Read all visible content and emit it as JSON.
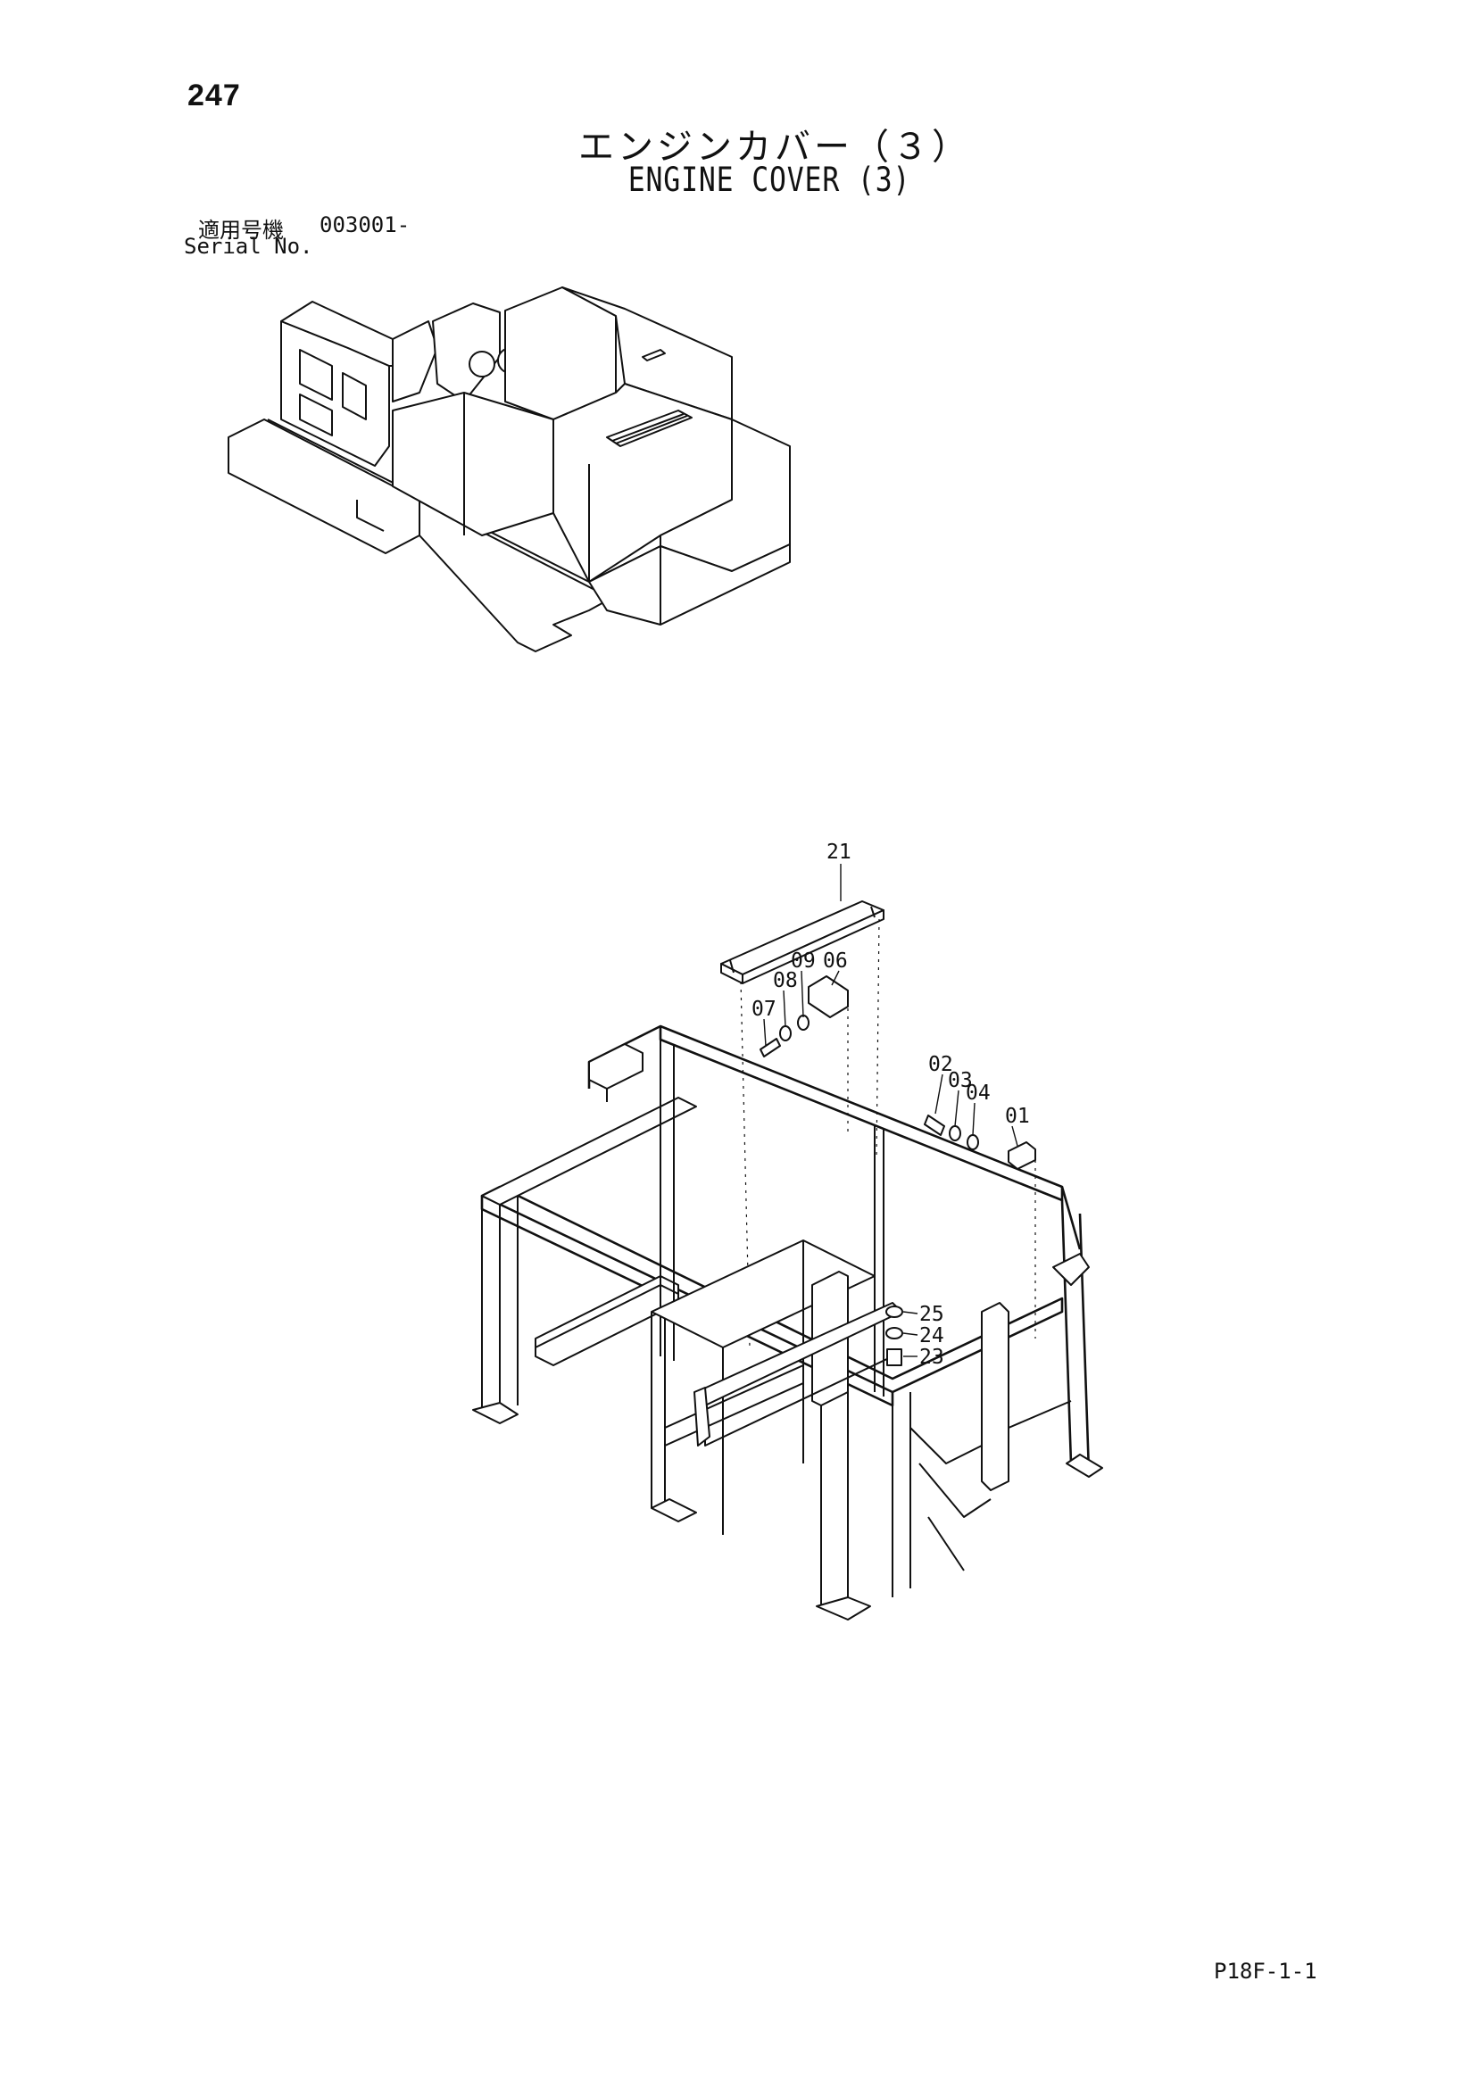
{
  "header": {
    "page_number": "247",
    "title_jp": "エンジンカバー（３）",
    "title_en": "ENGINE COVER (3)",
    "serial_label_jp": "適用号機",
    "serial_value": "003001-",
    "serial_label_en": "Serial No."
  },
  "callouts": {
    "c21": "21",
    "c09": "09",
    "c06": "06",
    "c08": "08",
    "c07": "07",
    "c02": "02",
    "c03": "03",
    "c04": "04",
    "c01": "01",
    "c25": "25",
    "c24": "24",
    "c23": "23"
  },
  "footer": {
    "code": "P18F-1-1"
  }
}
